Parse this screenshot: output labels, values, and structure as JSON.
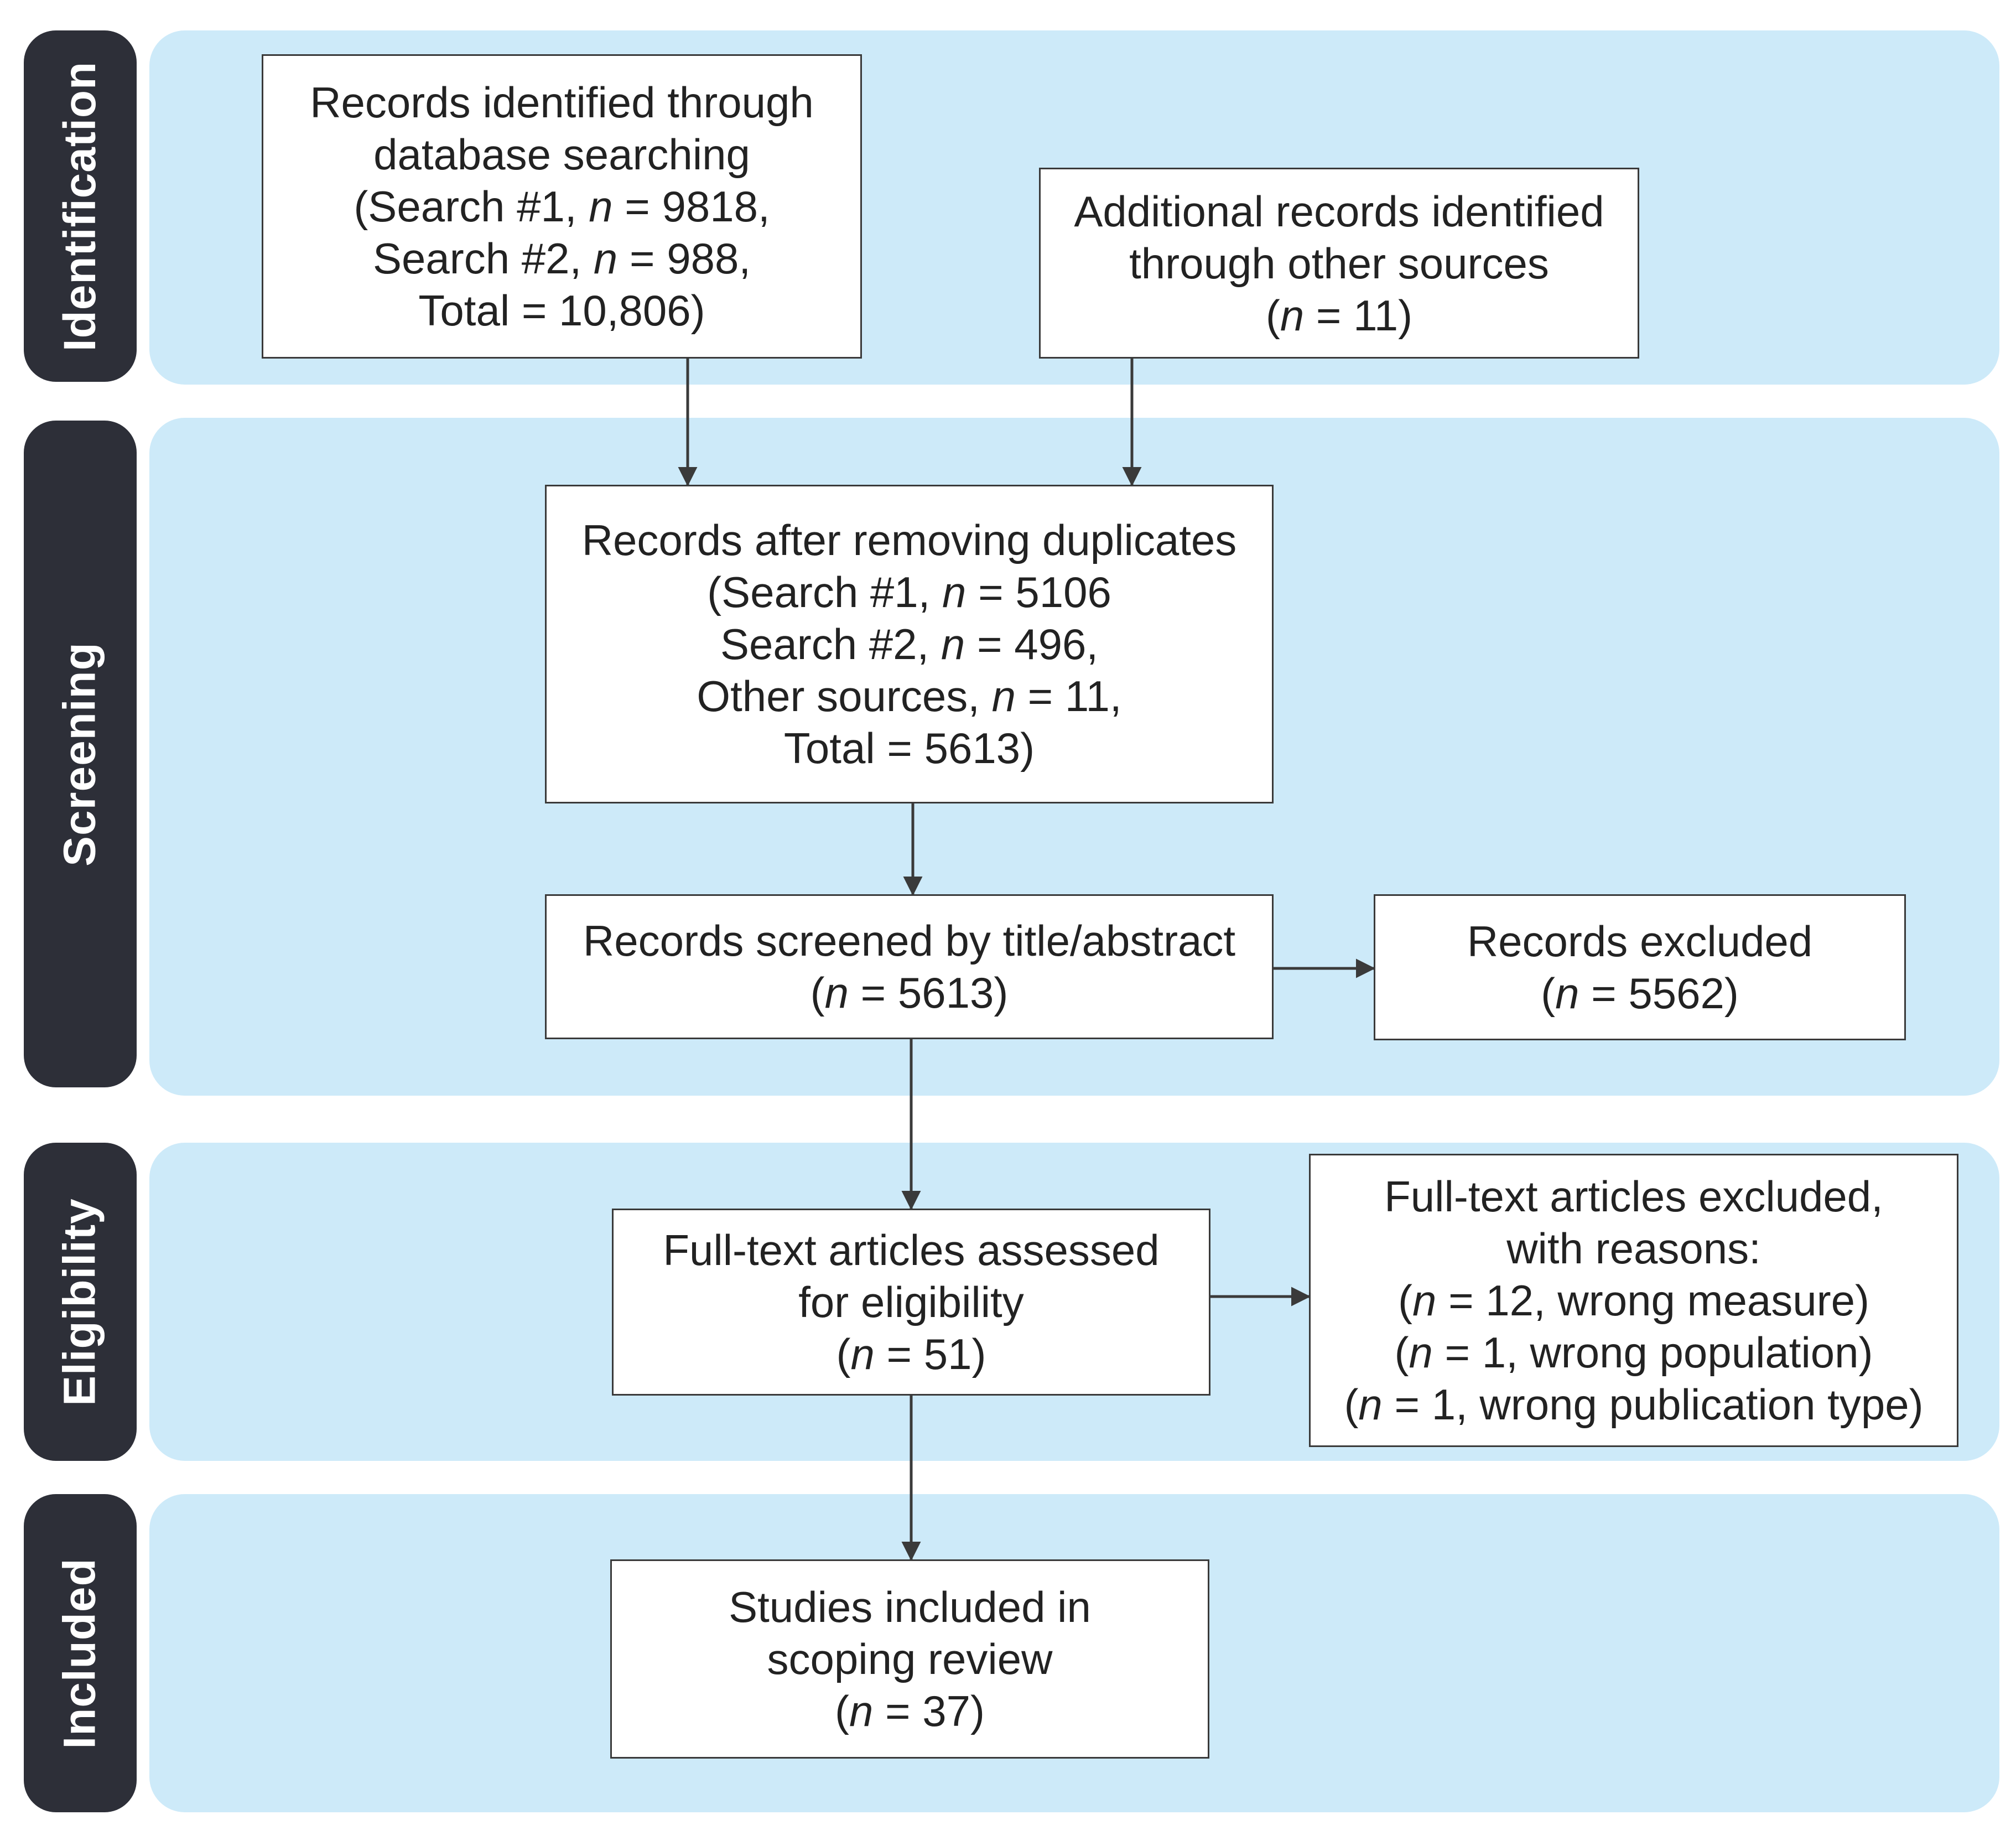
{
  "colors": {
    "band": "#cdeaf9",
    "stage_label_bg": "#2d2f38",
    "stage_label_text": "#ffffff",
    "box_border": "#3a3a3a",
    "arrow": "#3a3a3a",
    "text": "#222222"
  },
  "stages": {
    "identification": "Identification",
    "screening": "Screening",
    "eligibility": "Eligibility",
    "included": "Included"
  },
  "boxes": {
    "database_records": {
      "lines": [
        [
          {
            "t": "Records identified through"
          }
        ],
        [
          {
            "t": "database searching"
          }
        ],
        [
          {
            "t": "(Search #1, "
          },
          {
            "t": "n",
            "i": true
          },
          {
            "t": " = 9818,"
          }
        ],
        [
          {
            "t": "Search #2, "
          },
          {
            "t": "n",
            "i": true
          },
          {
            "t": " = 988,"
          }
        ],
        [
          {
            "t": "Total = 10,806)"
          }
        ]
      ]
    },
    "other_sources": {
      "lines": [
        [
          {
            "t": "Additional records identified"
          }
        ],
        [
          {
            "t": "through other sources"
          }
        ],
        [
          {
            "t": "("
          },
          {
            "t": "n",
            "i": true
          },
          {
            "t": " = 11)"
          }
        ]
      ]
    },
    "after_duplicates": {
      "lines": [
        [
          {
            "t": "Records after removing duplicates"
          }
        ],
        [
          {
            "t": "(Search #1, "
          },
          {
            "t": "n",
            "i": true
          },
          {
            "t": " = 5106"
          }
        ],
        [
          {
            "t": "Search #2, "
          },
          {
            "t": "n",
            "i": true
          },
          {
            "t": " = 496,"
          }
        ],
        [
          {
            "t": "Other sources, "
          },
          {
            "t": "n",
            "i": true
          },
          {
            "t": " = 11,"
          }
        ],
        [
          {
            "t": "Total = 5613)"
          }
        ]
      ]
    },
    "screened": {
      "lines": [
        [
          {
            "t": "Records screened by title/abstract"
          }
        ],
        [
          {
            "t": "("
          },
          {
            "t": "n",
            "i": true
          },
          {
            "t": " = 5613)"
          }
        ]
      ]
    },
    "excluded": {
      "lines": [
        [
          {
            "t": "Records excluded"
          }
        ],
        [
          {
            "t": "("
          },
          {
            "t": "n",
            "i": true
          },
          {
            "t": " = 5562)"
          }
        ]
      ]
    },
    "fulltext_assessed": {
      "lines": [
        [
          {
            "t": "Full-text articles assessed"
          }
        ],
        [
          {
            "t": "for eligibility"
          }
        ],
        [
          {
            "t": "("
          },
          {
            "t": "n",
            "i": true
          },
          {
            "t": " = 51)"
          }
        ]
      ]
    },
    "fulltext_excluded": {
      "lines": [
        [
          {
            "t": "Full-text articles excluded,"
          }
        ],
        [
          {
            "t": "with reasons:"
          }
        ],
        [
          {
            "t": "("
          },
          {
            "t": "n",
            "i": true
          },
          {
            "t": " = 12, wrong measure)"
          }
        ],
        [
          {
            "t": "("
          },
          {
            "t": "n",
            "i": true
          },
          {
            "t": " = 1, wrong population)"
          }
        ],
        [
          {
            "t": "("
          },
          {
            "t": "n",
            "i": true
          },
          {
            "t": " = 1, wrong publication type)"
          }
        ]
      ]
    },
    "included_studies": {
      "lines": [
        [
          {
            "t": "Studies included in"
          }
        ],
        [
          {
            "t": "scoping review"
          }
        ],
        [
          {
            "t": "("
          },
          {
            "t": "n",
            "i": true
          },
          {
            "t": " = 37)"
          }
        ]
      ]
    }
  }
}
